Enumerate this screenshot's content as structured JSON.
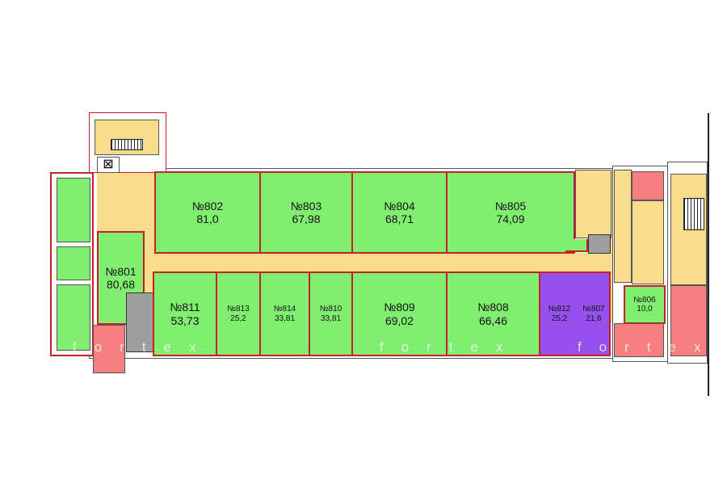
{
  "colors": {
    "office_free": "#80ee6e",
    "corridor": "#f9dc8c",
    "service": "#f77f7f",
    "technical": "#9e9e9e",
    "reserved": "#9550ee",
    "outline": "#c8202a"
  },
  "rooms": {
    "r801": {
      "num": "№801",
      "area": "80,68"
    },
    "r802": {
      "num": "№802",
      "area": "81,0"
    },
    "r803": {
      "num": "№803",
      "area": "67,98"
    },
    "r804": {
      "num": "№804",
      "area": "68,71"
    },
    "r805": {
      "num": "№805",
      "area": "74,09"
    },
    "r806": {
      "num": "№806",
      "area": "10,0"
    },
    "r807": {
      "num": "№807",
      "area": "21,6"
    },
    "r808": {
      "num": "№808",
      "area": "66,46"
    },
    "r809": {
      "num": "№809",
      "area": "69,02"
    },
    "r810": {
      "num": "№810",
      "area": "33,81"
    },
    "r811": {
      "num": "№811",
      "area": "53,73"
    },
    "r812": {
      "num": "№812",
      "area": "25,2"
    },
    "r813": {
      "num": "№813",
      "area": "25,2"
    },
    "r814": {
      "num": "№814",
      "area": "33,81"
    }
  },
  "watermark": "fortex"
}
